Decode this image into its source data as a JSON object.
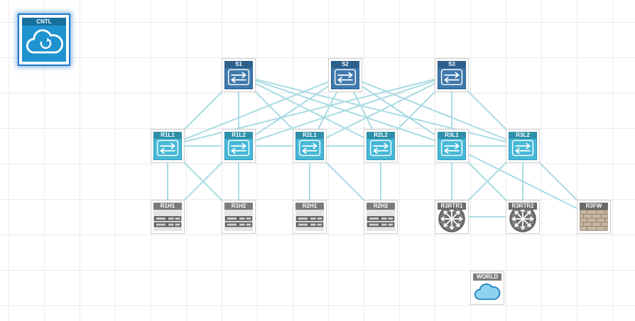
{
  "palette": {
    "link": "#a9dbe3",
    "spine": "#3f79ad",
    "leaf": "#46b8d8",
    "host": "#e4e4e4",
    "router": "#6f6f6f",
    "firewall": "#c8b8a2",
    "cloud": "#8dd3f0",
    "controller": "#1f93d0",
    "selection": "#1e78c8"
  },
  "controller": {
    "label": "CNTL",
    "icon": "cloud-sync-icon",
    "selected": true
  },
  "spines": [
    {
      "id": "S1",
      "label": "S1",
      "icon": "switch-arrows-icon"
    },
    {
      "id": "S2",
      "label": "S2",
      "icon": "switch-arrows-icon"
    },
    {
      "id": "S3",
      "label": "S3",
      "icon": "switch-arrows-icon"
    }
  ],
  "leaves": [
    {
      "id": "R1L1",
      "label": "R1L1",
      "icon": "switch-arrows-icon"
    },
    {
      "id": "R1L2",
      "label": "R1L2",
      "icon": "switch-arrows-icon"
    },
    {
      "id": "R2L1",
      "label": "R2L1",
      "icon": "switch-arrows-icon"
    },
    {
      "id": "R2L2",
      "label": "R2L2",
      "icon": "switch-arrows-icon"
    },
    {
      "id": "R3L1",
      "label": "R3L1",
      "icon": "switch-arrows-icon"
    },
    {
      "id": "R3L2",
      "label": "R3L2",
      "icon": "switch-arrows-icon"
    }
  ],
  "hosts": [
    {
      "id": "R1H1",
      "label": "R1H1",
      "icon": "server-icon"
    },
    {
      "id": "R1H2",
      "label": "R1H2",
      "icon": "server-icon"
    },
    {
      "id": "R2H1",
      "label": "R2H1",
      "icon": "server-icon"
    },
    {
      "id": "R2H2",
      "label": "R2H2",
      "icon": "server-icon"
    }
  ],
  "routers": [
    {
      "id": "R3RTR1",
      "label": "R3RTR1",
      "icon": "router-icon"
    },
    {
      "id": "R3RTR2",
      "label": "R3RTR2",
      "icon": "router-icon"
    }
  ],
  "firewall": {
    "id": "R3FW",
    "label": "R3FW",
    "icon": "firewall-brick-icon"
  },
  "world": {
    "id": "WORLD",
    "label": "WORLD",
    "icon": "cloud-icon"
  },
  "links": [
    [
      "S1",
      "R1L1"
    ],
    [
      "S1",
      "R1L2"
    ],
    [
      "S1",
      "R2L1"
    ],
    [
      "S1",
      "R2L2"
    ],
    [
      "S1",
      "R3L1"
    ],
    [
      "S1",
      "R3L2"
    ],
    [
      "S2",
      "R1L1"
    ],
    [
      "S2",
      "R1L2"
    ],
    [
      "S2",
      "R2L1"
    ],
    [
      "S2",
      "R2L2"
    ],
    [
      "S2",
      "R3L1"
    ],
    [
      "S2",
      "R3L2"
    ],
    [
      "S3",
      "R1L1"
    ],
    [
      "S3",
      "R1L2"
    ],
    [
      "S3",
      "R2L1"
    ],
    [
      "S3",
      "R2L2"
    ],
    [
      "S3",
      "R3L1"
    ],
    [
      "S3",
      "R3L2"
    ],
    [
      "R1L1",
      "R1L2"
    ],
    [
      "R1L2",
      "R2L1"
    ],
    [
      "R2L1",
      "R2L2"
    ],
    [
      "R2L2",
      "R3L1"
    ],
    [
      "R3L1",
      "R3L2"
    ],
    [
      "R1L1",
      "R1H1"
    ],
    [
      "R1L1",
      "R1H2"
    ],
    [
      "R1L2",
      "R1H1"
    ],
    [
      "R1L2",
      "R1H2"
    ],
    [
      "R2L1",
      "R2H1"
    ],
    [
      "R2L1",
      "R2H2"
    ],
    [
      "R2L2",
      "R2H2"
    ],
    [
      "R3L1",
      "R3RTR1"
    ],
    [
      "R3L1",
      "R3RTR2"
    ],
    [
      "R3L1",
      "R3FW"
    ],
    [
      "R3L2",
      "R3RTR1"
    ],
    [
      "R3L2",
      "R3RTR2"
    ],
    [
      "R3L2",
      "R3FW"
    ],
    [
      "R3RTR1",
      "R3RTR2"
    ]
  ]
}
